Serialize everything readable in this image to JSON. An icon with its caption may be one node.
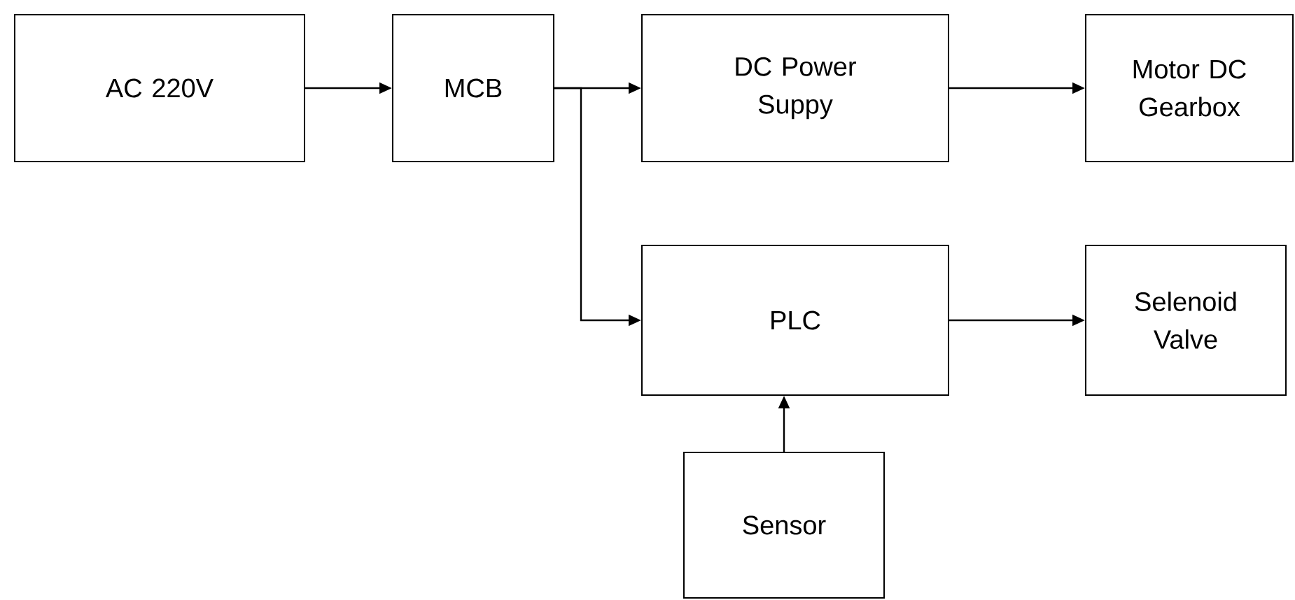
{
  "diagram": {
    "nodes": [
      {
        "text": [
          "AC 220V"
        ]
      },
      {
        "text": [
          "MCB"
        ]
      },
      {
        "text": [
          "DC Power Suppy"
        ]
      },
      {
        "text": [
          "Motor DC Gearbox"
        ]
      },
      {
        "text": [
          "PLC"
        ]
      },
      {
        "text": [
          "Selenoid Valve"
        ]
      },
      {
        "text": [
          "Sensor"
        ]
      }
    ],
    "edges": [
      {
        "from": 0,
        "to": 1,
        "arrow": "to"
      },
      {
        "from": 1,
        "to": 2,
        "arrow": "to"
      },
      {
        "from": 1,
        "to": 4,
        "arrow": "to"
      },
      {
        "from": 2,
        "to": 3,
        "arrow": "to"
      },
      {
        "from": 4,
        "to": 5,
        "arrow": "to"
      },
      {
        "from": 6,
        "to": 4,
        "arrow": "to"
      }
    ]
  }
}
